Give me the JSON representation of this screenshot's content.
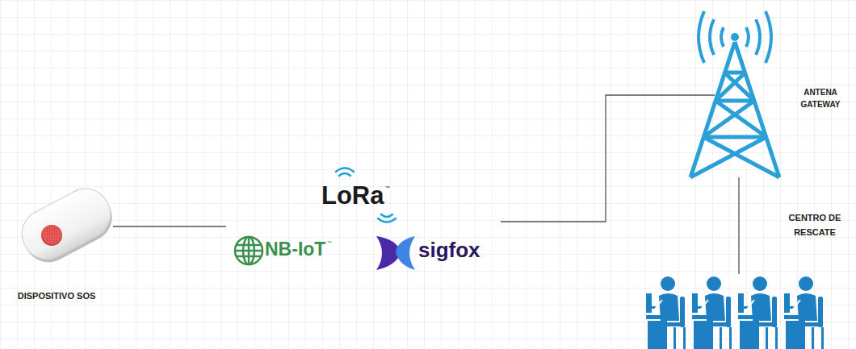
{
  "diagram": {
    "nodes": [
      {
        "text": [
          "DISPOSITIVO SOS"
        ]
      },
      {
        "text": [
          "LoRa",
          "NB-IoT",
          "sigfox"
        ]
      },
      {
        "text": [
          "ANTENA GATEWAY"
        ]
      },
      {
        "text": [
          "CENTRO DE RESCATE"
        ]
      }
    ],
    "edges": [
      {
        "from": 0,
        "to": 1,
        "arrow": "none"
      },
      {
        "from": 1,
        "to": 2,
        "arrow": "none"
      },
      {
        "from": 2,
        "to": 3,
        "arrow": "none"
      }
    ],
    "labels": [
      "™",
      "™"
    ]
  }
}
